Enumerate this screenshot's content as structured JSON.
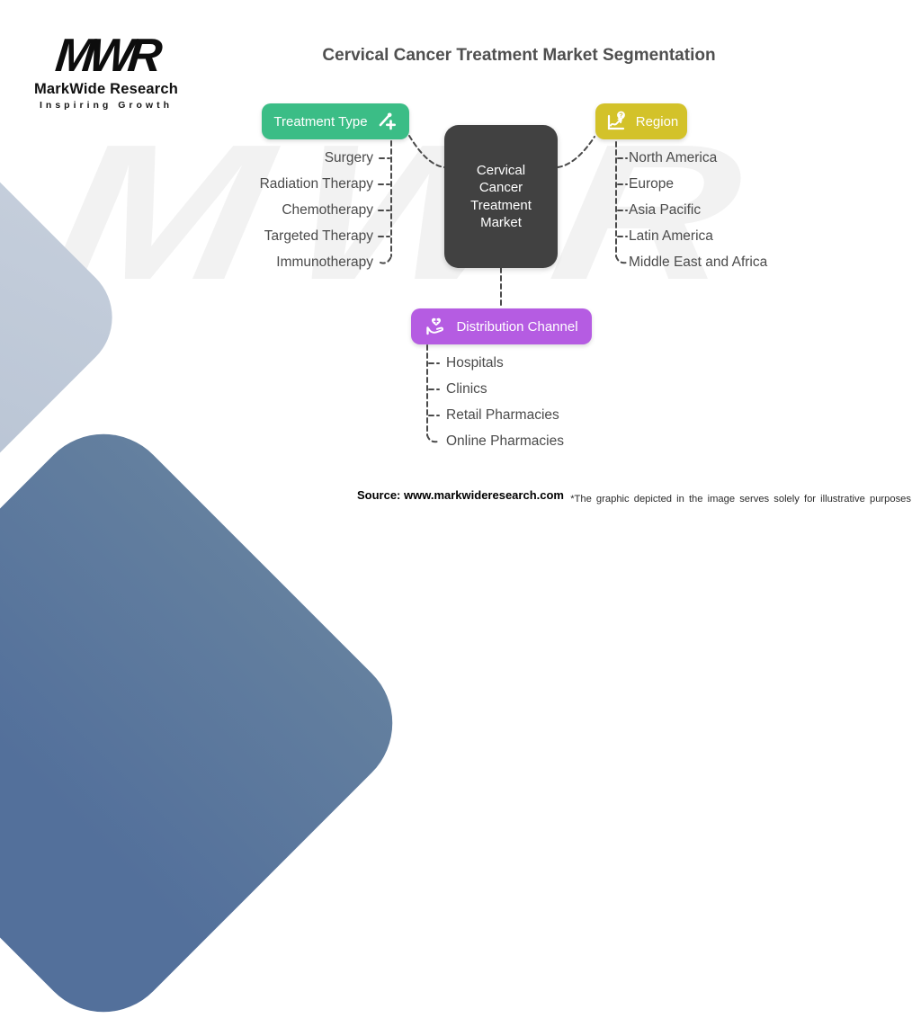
{
  "page": {
    "title": "Cervical Cancer Treatment Market Segmentation"
  },
  "logo": {
    "monogram": "MWR",
    "name": "MarkWide Research",
    "tagline": "Inspiring Growth"
  },
  "watermark_text": "MWR",
  "center_node": {
    "label": "Cervical Cancer Treatment Market",
    "lines": [
      "Cervical",
      "Cancer",
      "Treatment",
      "Market"
    ],
    "color": "#414141"
  },
  "branches": [
    {
      "label": "Treatment Type",
      "color": "#3bbd86",
      "icon": "syringe-plus-icon",
      "items": [
        "Surgery",
        "Radiation Therapy",
        "Chemotherapy",
        "Targeted Therapy",
        "Immunotherapy"
      ]
    },
    {
      "label": "Region",
      "color": "#d3c22a",
      "icon": "chart-question-icon",
      "items": [
        "North America",
        "Europe",
        "Asia Pacific",
        "Latin America",
        "Middle East and Africa"
      ]
    },
    {
      "label": "Distribution Channel",
      "color": "#b55ce2",
      "icon": "hand-heart-icon",
      "items": [
        "Hospitals",
        "Clinics",
        "Retail Pharmacies",
        "Online Pharmacies"
      ]
    }
  ],
  "footer": {
    "source": "Source: www.markwideresearch.com",
    "disclaimer": "*The graphic depicted in the image serves solely for illustrative purposes"
  },
  "decor_colors": {
    "diamond_light": "#bfc9d7",
    "diamond_dark": "#5d7aa3",
    "connector": "#4a4a4a"
  }
}
